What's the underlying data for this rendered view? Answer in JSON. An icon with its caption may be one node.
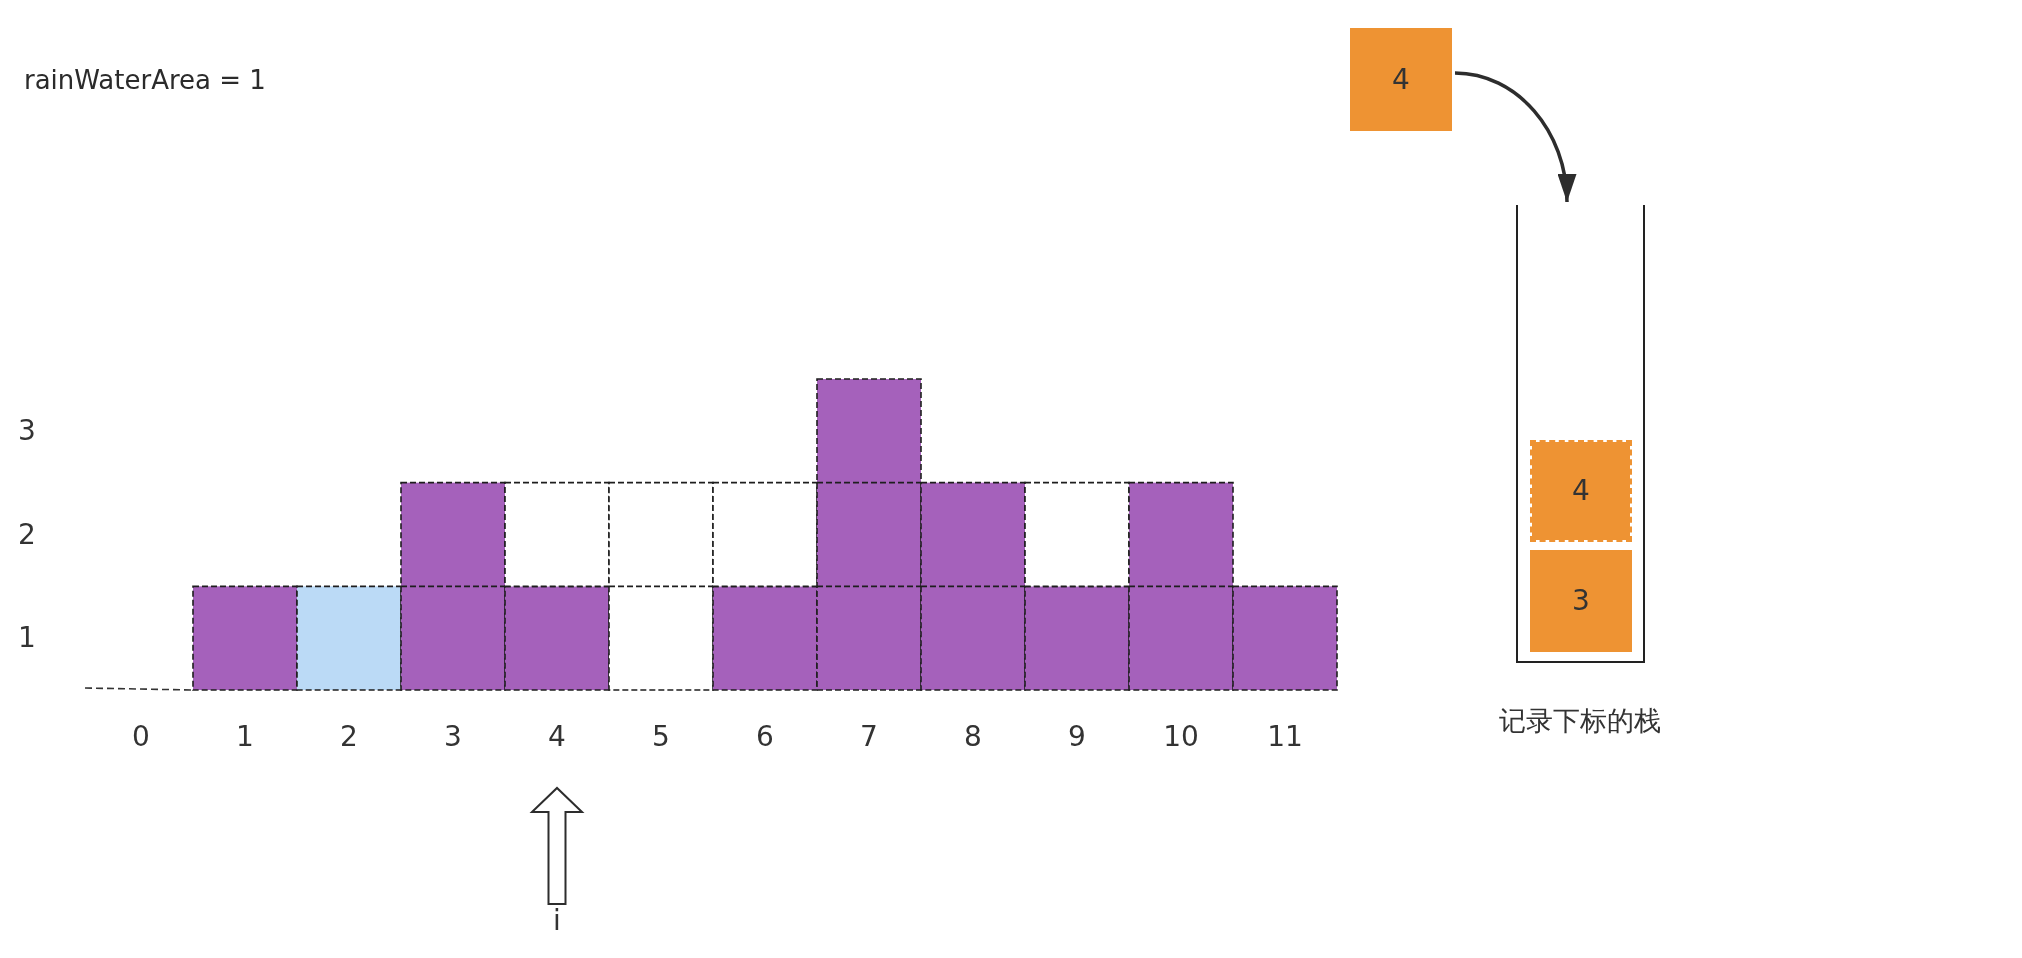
{
  "diagram": {
    "nodes": [
      {
        "text": [
          "4"
        ]
      },
      {
        "text": [],
        "shape": "box",
        "beside": [
          "记录下标的栈"
        ]
      },
      {
        "text": [
          "4"
        ],
        "in": 1
      },
      {
        "text": [
          "3"
        ],
        "in": 1
      },
      {
        "text": [
          "i"
        ]
      }
    ],
    "edges": [
      {
        "from": 0,
        "to": 1,
        "arrow": "to"
      },
      {
        "from": 4,
        "to": null,
        "arrow": "to",
        "style": "thick"
      }
    ],
    "labels": [
      "rainWaterArea = 1"
    ],
    "chart_data": {
      "type": "bar",
      "categories": [
        "0",
        "1",
        "2",
        "3",
        "4",
        "5",
        "6",
        "7",
        "8",
        "9",
        "10",
        "11"
      ],
      "series": [
        {
          "color": "#a561bb",
          "values": [
            0,
            1,
            0,
            2,
            1,
            0,
            1,
            3,
            2,
            1,
            2,
            1
          ]
        },
        {
          "color": "#bbdaf6",
          "values": [
            0,
            0,
            1,
            0,
            0,
            0,
            0,
            0,
            0,
            0,
            0,
            0
          ]
        },
        {
          "color": "#ffffff",
          "values": [
            0,
            0,
            0,
            0,
            1,
            2,
            1,
            0,
            0,
            1,
            0,
            0
          ]
        }
      ],
      "stacked": true,
      "ylim": [
        0,
        3
      ],
      "yticks": [
        {
          "value": 0.5,
          "label": "1"
        },
        {
          "value": 1.5,
          "label": "2"
        },
        {
          "value": 2.5,
          "label": "3"
        }
      ]
    }
  }
}
